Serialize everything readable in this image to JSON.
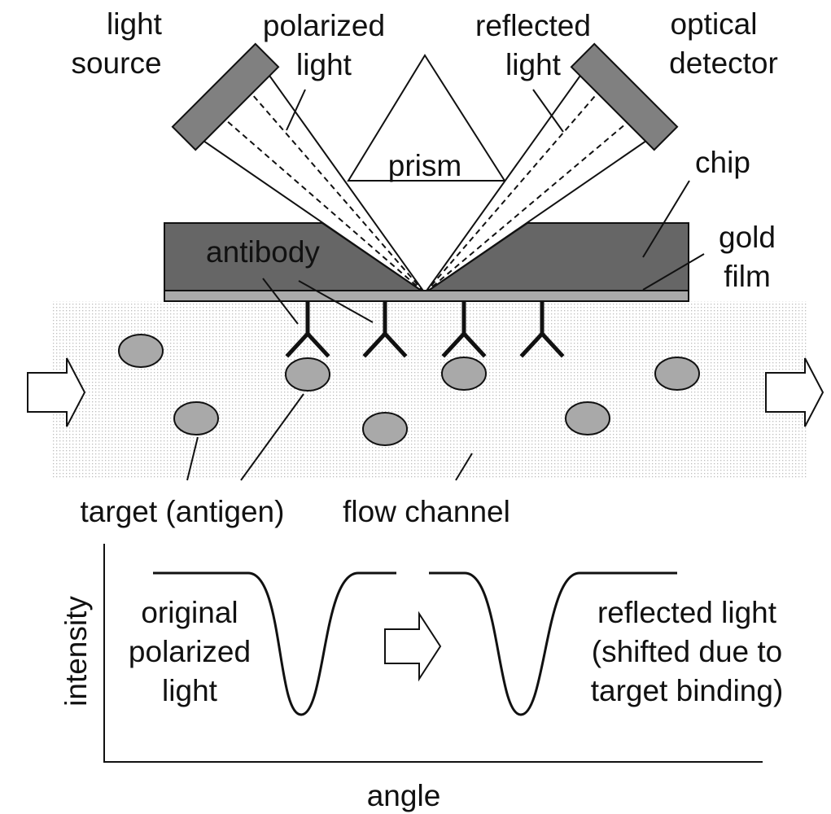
{
  "diagram": {
    "labels": {
      "light_source_1": "light",
      "light_source_2": "source",
      "polarized_light_1": "polarized",
      "polarized_light_2": "light",
      "reflected_light_1": "reflected",
      "reflected_light_2": "light",
      "optical_detector_1": "optical",
      "optical_detector_2": "detector",
      "prism": "prism",
      "chip": "chip",
      "gold_film_1": "gold",
      "gold_film_2": "film",
      "antibody": "antibody",
      "target": "target (antigen)",
      "flow_channel": "flow channel"
    },
    "graph": {
      "y_label": "intensity",
      "x_label": "angle",
      "original_1": "original",
      "original_2": "polarized",
      "original_3": "light",
      "shifted_1": "reflected light",
      "shifted_2": "(shifted due to",
      "shifted_3": "target binding)"
    },
    "colors": {
      "chip": "#666666",
      "gold_film": "#aaaaaa",
      "source_detector": "#808080",
      "antigen": "#a9a9a9",
      "channel_dots": "#bdbdbd",
      "line": "#111111"
    }
  }
}
